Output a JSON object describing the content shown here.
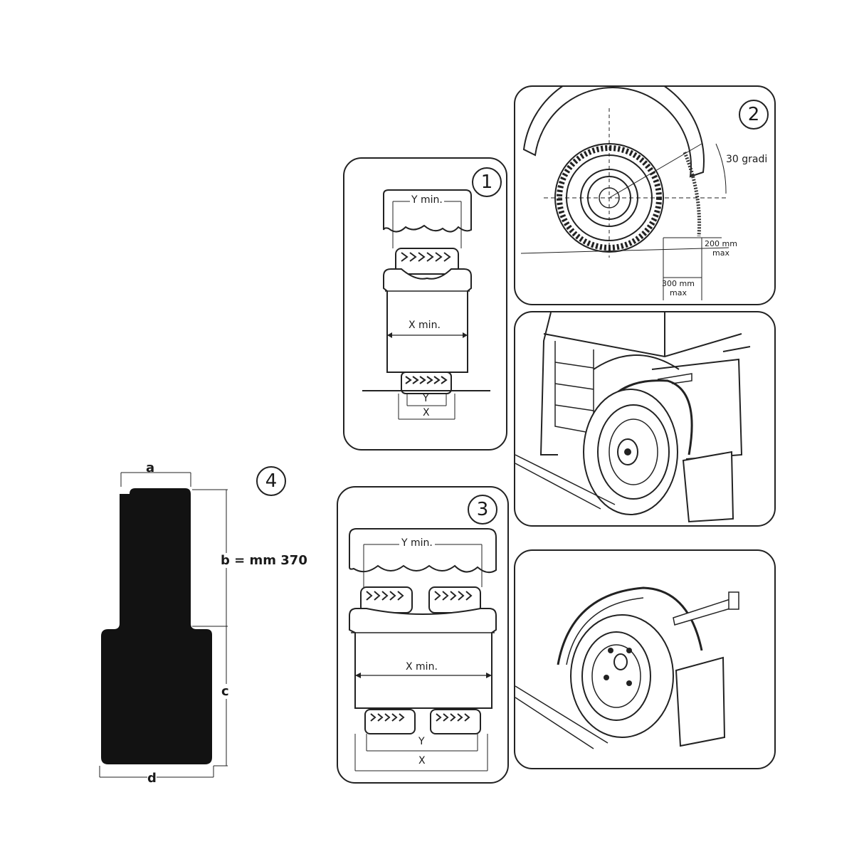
{
  "panel1": {
    "number": "1",
    "y_min": "Y min.",
    "x_min": "X min.",
    "y": "Y",
    "x": "X"
  },
  "panel2": {
    "number": "2",
    "angle": "30 gradi",
    "dim_200": "200 mm\nmax",
    "dim_300": "300 mm\nmax"
  },
  "panel3": {
    "number": "3",
    "y_min": "Y min.",
    "x_min": "X min.",
    "y": "Y",
    "x": "X"
  },
  "panel4": {
    "number": "4",
    "a": "a",
    "b": "b = mm 370",
    "c": "c",
    "d": "d"
  },
  "colors": {
    "ink": "#1a1a1a",
    "flap": "#121212",
    "hatch": "#555555"
  }
}
